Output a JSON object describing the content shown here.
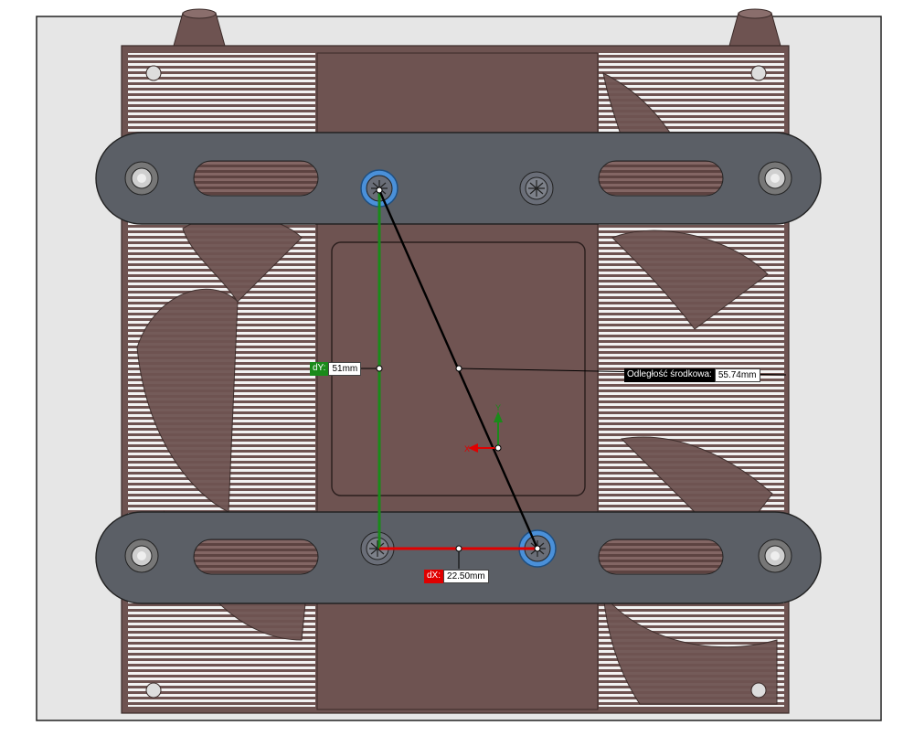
{
  "measurement": {
    "dy": {
      "tag": "dY:",
      "value": "51mm"
    },
    "dx": {
      "tag": "dX:",
      "value": "22.50mm"
    },
    "center_distance": {
      "tag": "Odległość środkowa:",
      "value": "55.74mm"
    }
  },
  "triad": {
    "x_label": "X",
    "y_label": "Y"
  },
  "colors": {
    "background": "#ffffff",
    "viewport_bg": "#e6e6e6",
    "heatsink": "#6e5351",
    "heatsink_dark": "#4a3634",
    "fan_blade": "#f0f0f0",
    "bracket": "#5b5f66",
    "dy_line": "#1a8a1a",
    "dx_line": "#e00000",
    "selected_screw": "#4a90d9"
  }
}
